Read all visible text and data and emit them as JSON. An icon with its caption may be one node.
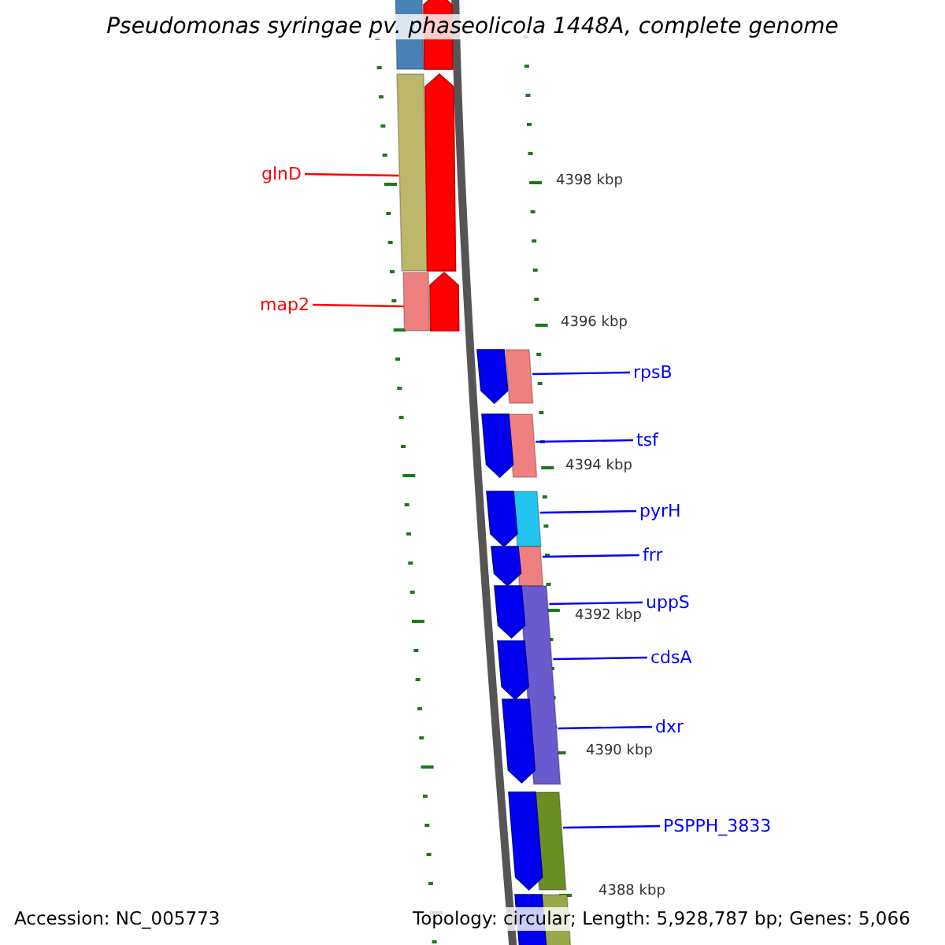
{
  "diagram": {
    "title": "Pseudomonas syringae pv. phaseolicola 1448A, complete genome",
    "nodes": [
      {
        "text": [
          "glnD"
        ]
      },
      {
        "text": [
          "map2"
        ]
      },
      {
        "text": [
          "rpsB"
        ]
      },
      {
        "text": [
          "tsf"
        ]
      },
      {
        "text": [
          "pyrH"
        ]
      },
      {
        "text": [
          "frr"
        ]
      },
      {
        "text": [
          "uppS"
        ]
      },
      {
        "text": [
          "cdsA"
        ]
      },
      {
        "text": [
          "dxr"
        ]
      },
      {
        "text": [
          "PSPPH_3833"
        ]
      },
      {
        "text": [],
        "shape": "bar"
      },
      {
        "text": [],
        "shape": "bar"
      },
      {
        "text": [],
        "shape": "bar"
      },
      {
        "text": [],
        "shape": "bar"
      },
      {
        "text": [],
        "shape": "bar"
      },
      {
        "text": [],
        "shape": "bar"
      },
      {
        "text": [],
        "shape": "bar"
      },
      {
        "text": [],
        "shape": "bar"
      },
      {
        "text": [],
        "shape": "bar"
      },
      {
        "text": [],
        "shape": "bar"
      },
      {
        "text": [],
        "shape": "arrow"
      },
      {
        "text": [],
        "shape": "arrow"
      },
      {
        "text": [],
        "shape": "arrow"
      },
      {
        "text": [],
        "shape": "arrow"
      },
      {
        "text": [],
        "shape": "arrow"
      },
      {
        "text": [],
        "shape": "arrow"
      },
      {
        "text": [],
        "shape": "arrow"
      },
      {
        "text": [],
        "shape": "arrow"
      },
      {
        "text": [],
        "shape": "arrow"
      },
      {
        "text": [],
        "shape": "arrow"
      },
      {
        "text": [],
        "shape": "arrow"
      },
      {
        "text": [],
        "shape": "arrow"
      }
    ],
    "edges": [
      {
        "from": 0,
        "to": 11,
        "arrow": "none",
        "color": "#ff0000"
      },
      {
        "from": 1,
        "to": 12,
        "arrow": "none",
        "color": "#ff0000"
      },
      {
        "from": 2,
        "to": 13,
        "arrow": "none"
      },
      {
        "from": 3,
        "to": 14,
        "arrow": "none"
      },
      {
        "from": 4,
        "to": 15,
        "arrow": "none"
      },
      {
        "from": 5,
        "to": 16,
        "arrow": "none"
      },
      {
        "from": 6,
        "to": 17,
        "arrow": "none"
      },
      {
        "from": 7,
        "to": 17,
        "arrow": "none"
      },
      {
        "from": 8,
        "to": 17,
        "arrow": "none"
      },
      {
        "from": 9,
        "to": 18,
        "arrow": "none"
      }
    ],
    "labels": [
      "4398 kbp",
      "4396 kbp",
      "4394 kbp",
      "4392 kbp",
      "4390 kbp",
      "4388 kbp",
      "Accession: NC_005773",
      "Topology: circular; Length: 5,928,787 bp; Genes: 5,066"
    ]
  }
}
